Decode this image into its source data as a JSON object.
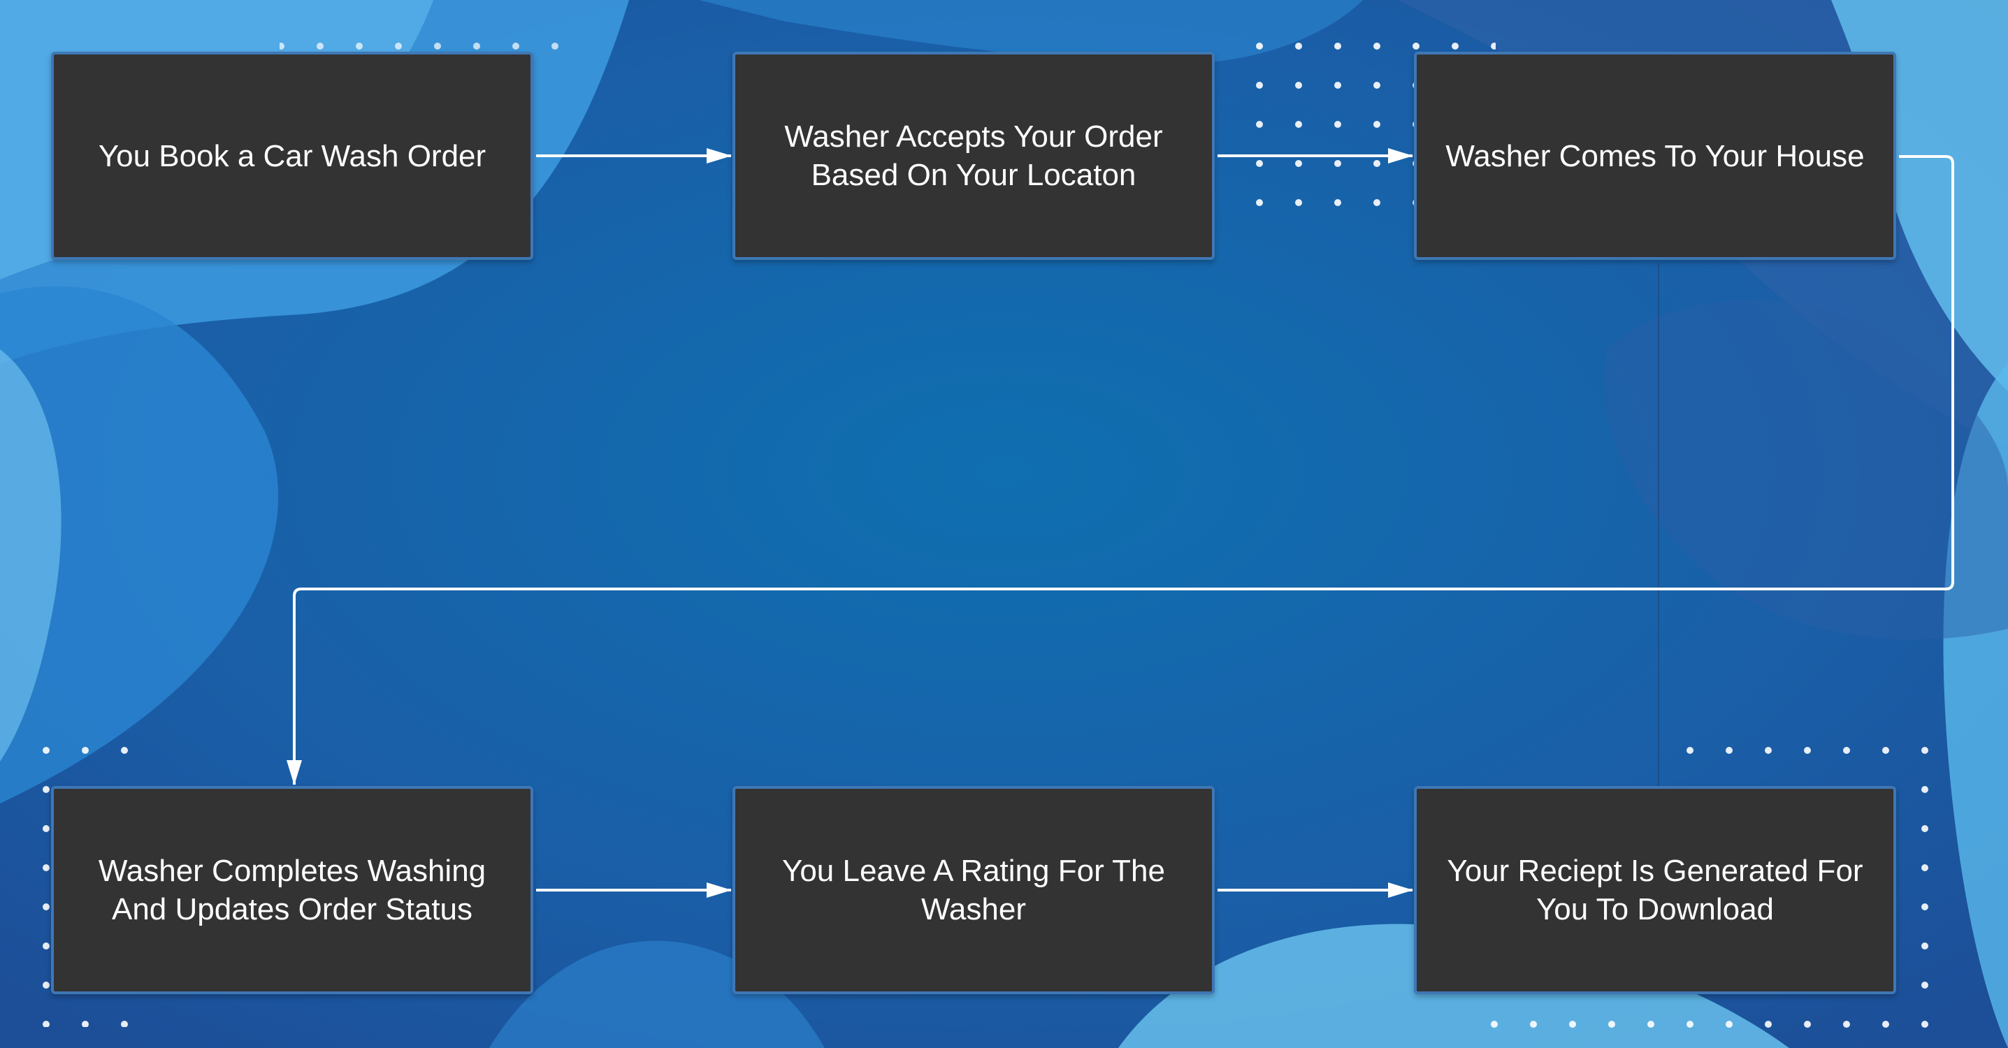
{
  "diagram": {
    "steps": [
      {
        "label": "You Book a Car Wash Order"
      },
      {
        "label": "Washer Accepts Your Order\nBased On Your Locaton"
      },
      {
        "label": "Washer Comes To Your House"
      },
      {
        "label": "Washer Completes Washing\nAnd Updates Order Status"
      },
      {
        "label": "You Leave A Rating For The\nWasher"
      },
      {
        "label": "Your Reciept Is Generated For\nYou To Download"
      }
    ],
    "connections": [
      {
        "from": 1,
        "to": 2
      },
      {
        "from": 2,
        "to": 3
      },
      {
        "from": 3,
        "to": 4
      },
      {
        "from": 4,
        "to": 5
      },
      {
        "from": 5,
        "to": 6
      }
    ]
  },
  "colors": {
    "box_fill": "#333333",
    "box_border": "#3f77b5",
    "text": "#ffffff",
    "connector": "#ffffff",
    "background": "#1a5fa3"
  }
}
